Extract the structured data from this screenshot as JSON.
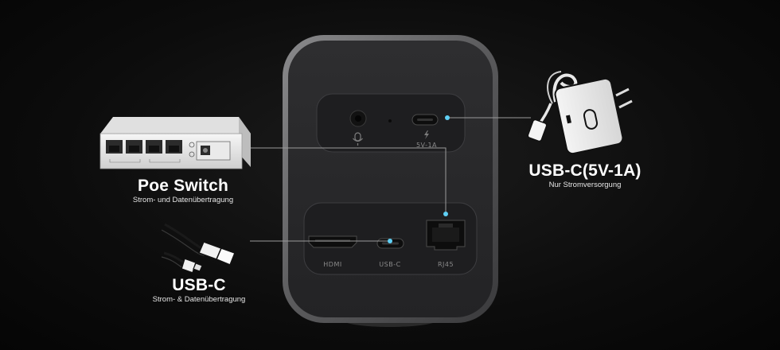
{
  "poe": {
    "title": "Poe Switch",
    "subtitle": "Strom- und Datenübertragung"
  },
  "usbc_cable": {
    "title": "USB-C",
    "subtitle": "Strom- & Datenübertragung"
  },
  "charger": {
    "title": "USB-C(5V-1A)",
    "subtitle": "Nur Stromversorgung"
  },
  "device": {
    "top_ports": {
      "power_label": "5V-1A"
    },
    "bottom_ports": {
      "hdmi": "HDMI",
      "usbc": "USB-C",
      "rj45": "RJ45"
    }
  },
  "colors": {
    "accent_dot": "#5fd0f5",
    "line": "#9a9a9a",
    "body": "#2a2a2c",
    "rim": "#6e6e70"
  }
}
